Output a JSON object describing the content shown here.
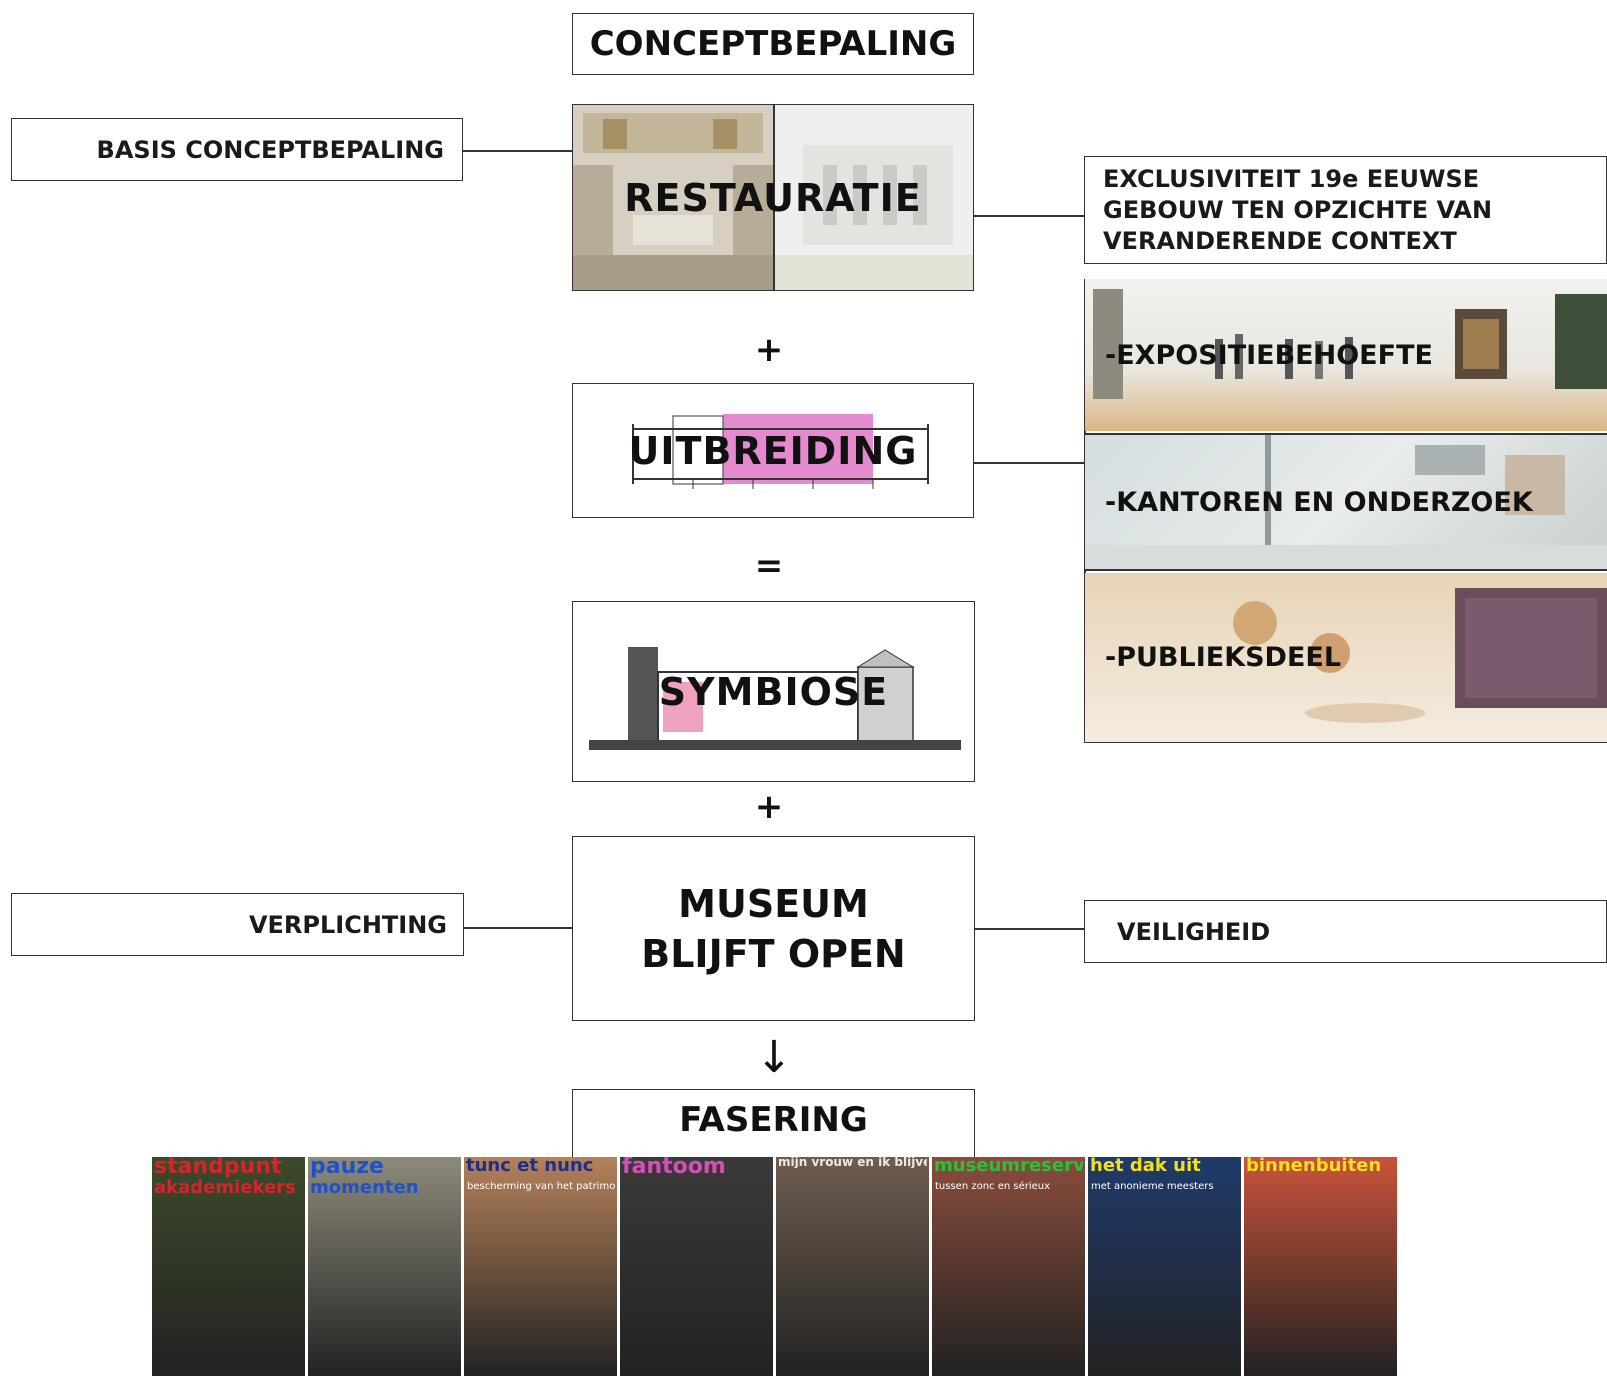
{
  "nodes": {
    "conceptbepaling": "CONCEPTBEPALING",
    "restauratie": "RESTAURATIE",
    "uitbreiding": "UITBREIDING",
    "symbiose": "SYMBIOSE",
    "museum_line1": "MUSEUM",
    "museum_line2": "BLIJFT OPEN",
    "fasering": "FASERING"
  },
  "operators": {
    "plus1": "+",
    "equals": "=",
    "plus2": "+",
    "arrow": "↓"
  },
  "side_labels": {
    "basis": "BASIS CONCEPTBEPALING",
    "exclusiviteit_1": "EXCLUSIVITEIT 19e EEUWSE",
    "exclusiviteit_2": "GEBOUW TEN OPZICHTE VAN",
    "exclusiviteit_3": "VERANDERENDE CONTEXT",
    "verplichting": "VERPLICHTING",
    "veiligheid": "VEILIGHEID"
  },
  "panels": {
    "expositie": "-EXPOSITIEBEHOEFTE",
    "kantoren": "-KANTOREN EN ONDERZOEK",
    "publieks": "-PUBLIEKSDEEL"
  },
  "posters": [
    {
      "title1": "standpunt",
      "title2": "akademiekers",
      "sub": "",
      "bg": "#3c4a2c",
      "color": "#d8232a"
    },
    {
      "title1": "pauze",
      "title2": "momenten",
      "sub": "",
      "bg": "#8d8a7a",
      "color": "#1f52c8"
    },
    {
      "title1": "tunc et nunc",
      "title2": "",
      "sub": "bescherming van het patrimonium",
      "bg": "#b5815a",
      "color": "#1d2f8a"
    },
    {
      "title1": "fantoom",
      "title2": "",
      "sub": "",
      "bg": "#3a3a3a",
      "color": "#d84db8"
    },
    {
      "title1": "mijn vrouw en ik blijven",
      "title2": "",
      "sub": "",
      "bg": "#6e5d4f",
      "color": "#f2e8dc"
    },
    {
      "title1": "museumreserves",
      "title2": "",
      "sub": "tussen zonc en sérieux",
      "bg": "#8a4c3c",
      "color": "#28c23a"
    },
    {
      "title1": "het dak uit",
      "title2": "",
      "sub": "met anonieme meesters",
      "bg": "#203a6a",
      "color": "#f3e01a"
    },
    {
      "title1": "binnenbuiten",
      "title2": "",
      "sub": "",
      "bg": "#c9533a",
      "color": "#f3e01a"
    }
  ]
}
